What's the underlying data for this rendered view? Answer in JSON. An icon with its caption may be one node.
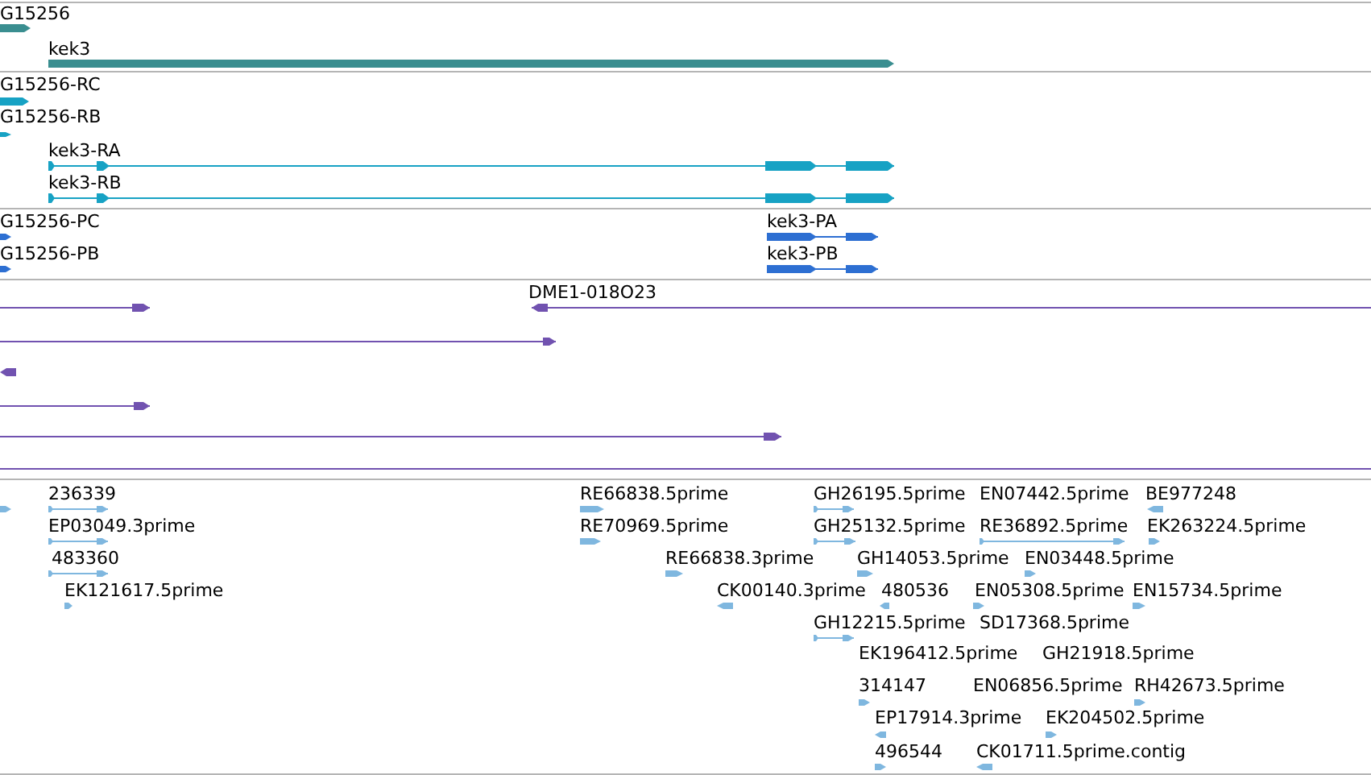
{
  "diagram": {
    "labels": [
      "G15256",
      "kek3",
      "G15256-RC",
      "G15256-RB",
      "kek3-RA",
      "kek3-RB",
      "G15256-PC",
      "kek3-PA",
      "G15256-PB",
      "kek3-PB",
      "DME1-018O23",
      "236339",
      "RE66838.5prime",
      "GH26195.5prime",
      "EN07442.5prime",
      "BE977248",
      "EP03049.3prime",
      "RE70969.5prime",
      "GH25132.5prime",
      "RE36892.5prime",
      "EK263224.5prime",
      "483360",
      "RE66838.3prime",
      "GH14053.5prime",
      "EN03448.5prime",
      "EK121617.5prime",
      "CK00140.3prime",
      "480536",
      "EN05308.5prime",
      "EN15734.5prime",
      "GH12215.5prime",
      "SD17368.5prime",
      "EK196412.5prime",
      "GH21918.5prime",
      "314147",
      "EN06856.5prime",
      "RH42673.5prime",
      "EP17914.3prime",
      "EK204502.5prime",
      "496544",
      "CK01711.5prime.contig"
    ]
  }
}
